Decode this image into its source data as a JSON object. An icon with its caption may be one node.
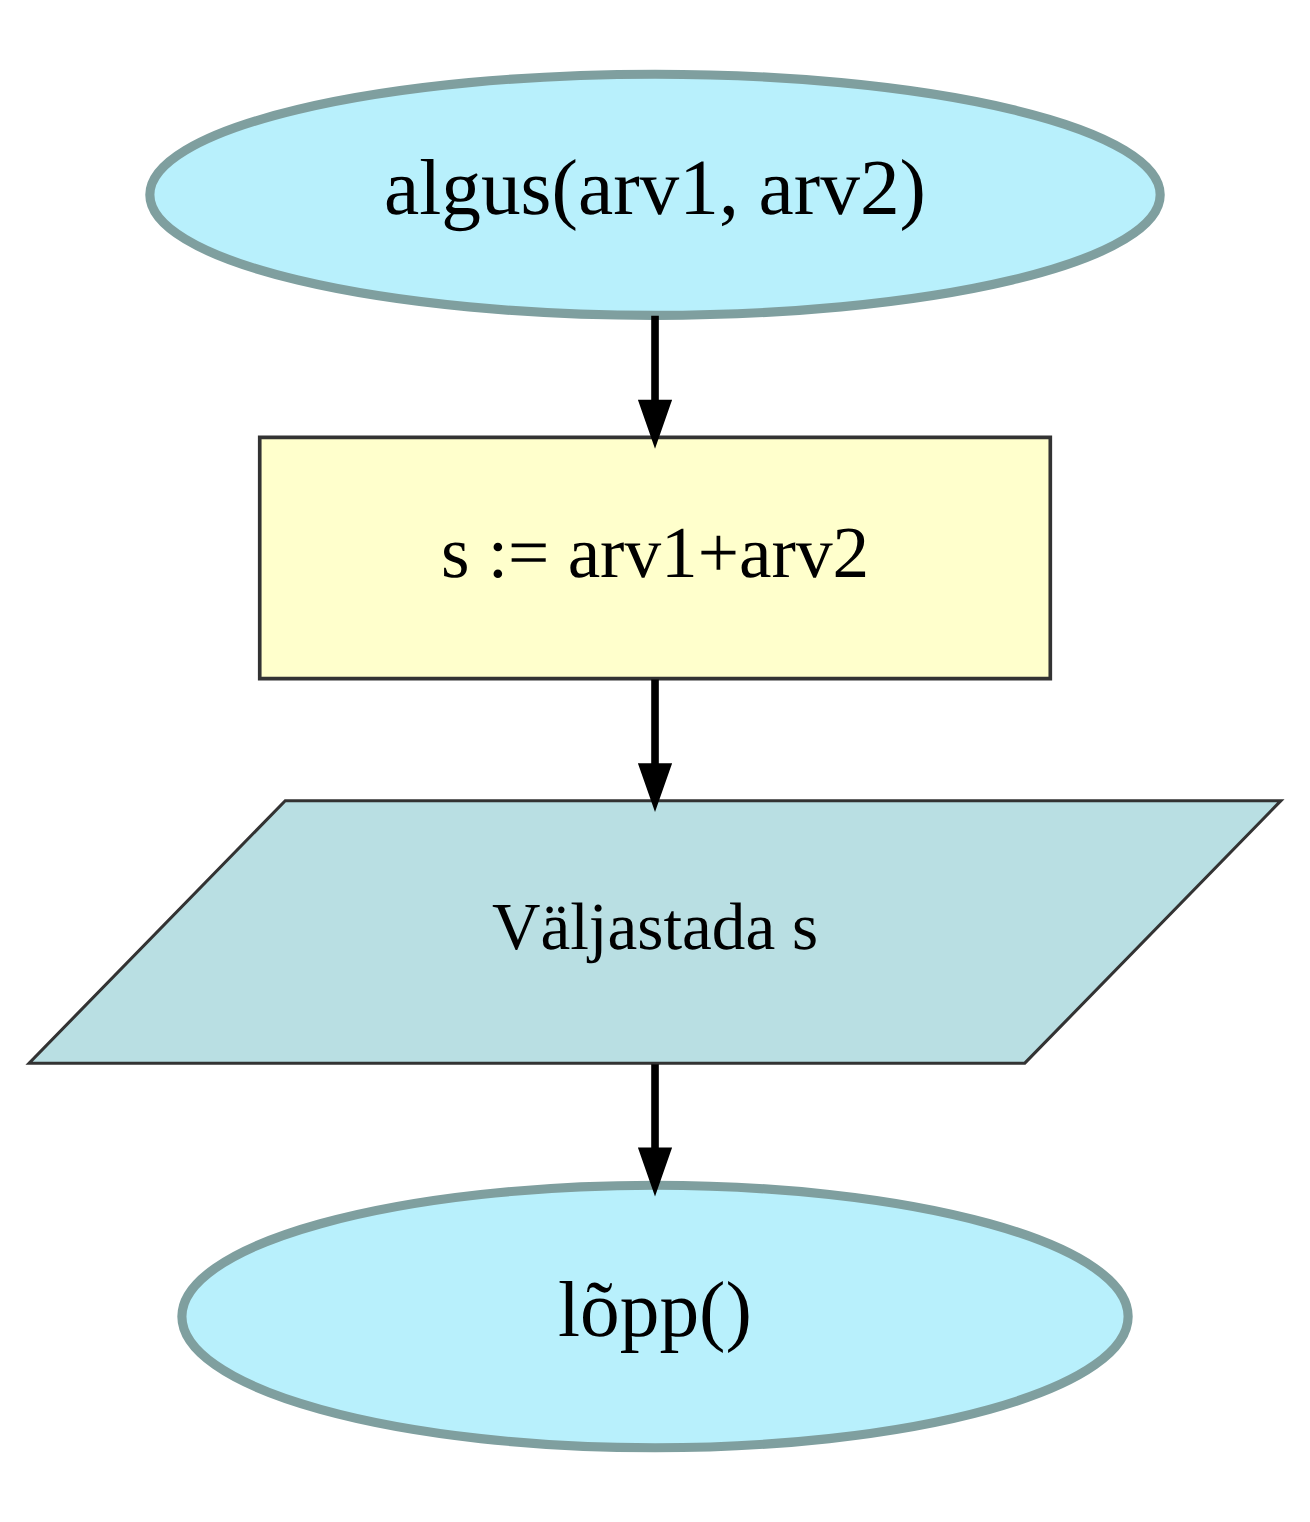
{
  "diagram": {
    "nodes": [
      {
        "text": [
          "algus(arv1, arv2)"
        ]
      },
      {
        "text": [
          "s := arv1+arv2"
        ]
      },
      {
        "text": [
          "Väljastada s"
        ]
      },
      {
        "text": [
          "lõpp()"
        ]
      }
    ],
    "edges": [
      {
        "from": 0,
        "to": 1,
        "arrow": "to"
      },
      {
        "from": 1,
        "to": 2,
        "arrow": "to"
      },
      {
        "from": 2,
        "to": 3,
        "arrow": "to"
      }
    ]
  }
}
